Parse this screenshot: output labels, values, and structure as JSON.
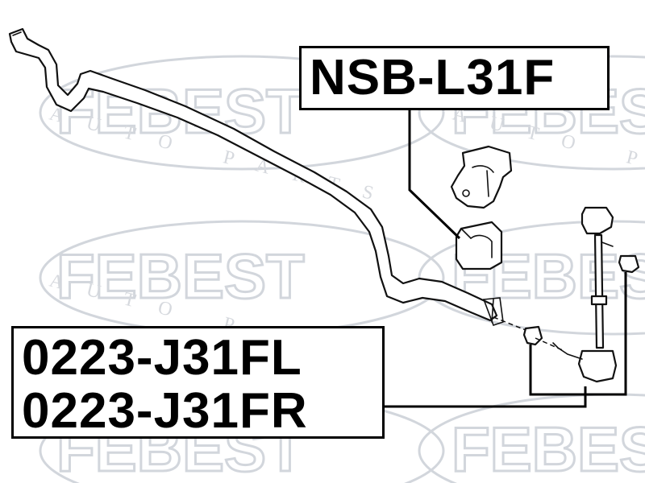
{
  "watermark": {
    "brand": "FEBEST",
    "tagline": "AUTO PARTS"
  },
  "labels": {
    "bushing_part_number": "NSB-L31F",
    "link_part_number_left": "0223-J31FL",
    "link_part_number_right": "0223-J31FR"
  },
  "colors": {
    "watermark": "#d2d6dc",
    "line_art": "#111111",
    "label_border": "#000000"
  },
  "icons": {
    "stabilizer_bar": "stabilizer-bar-icon",
    "bushing_bracket": "bushing-bracket-icon",
    "bushing": "rubber-bushing-icon",
    "stabilizer_link": "stabilizer-link-icon"
  }
}
